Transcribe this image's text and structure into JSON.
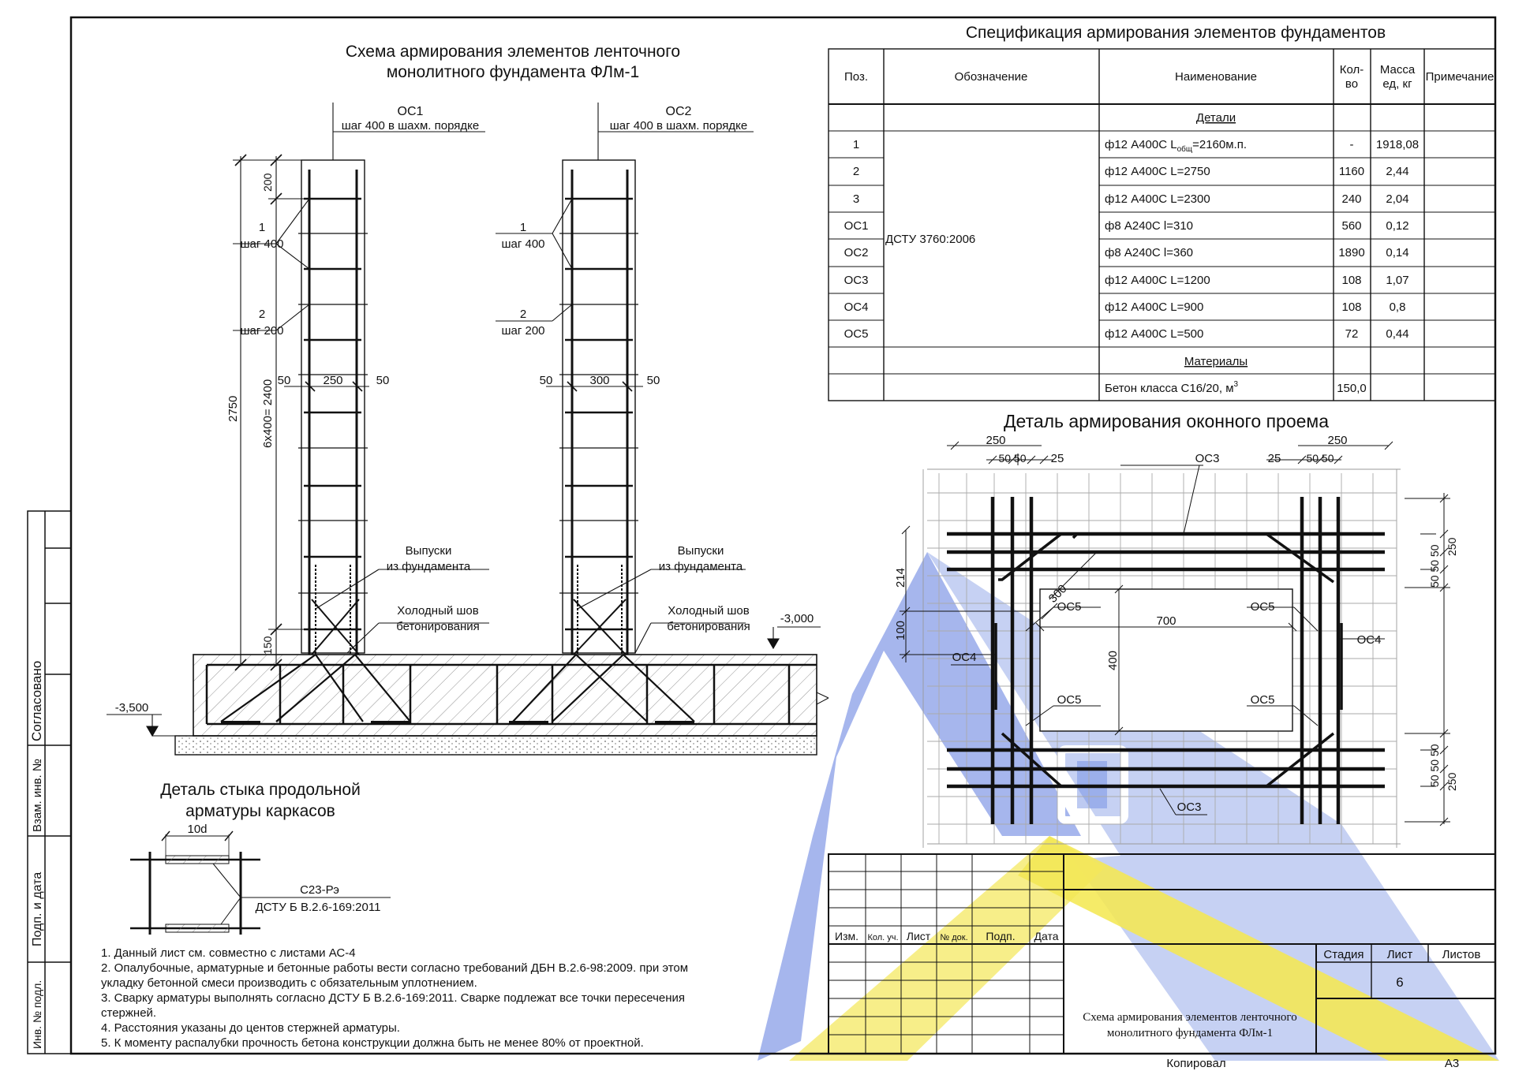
{
  "side_stamp": {
    "approved": "Согласовано",
    "inv_replaced": "Взам. инв. №",
    "sign_date": "Подп. и дата",
    "inv_orig": "Инв. № подл."
  },
  "main_scheme": {
    "title_line1": "Схема армирования элементов ленточного",
    "title_line2": "монолитного фундамента ФЛм-1",
    "os1_label": "ОС1",
    "os1_note": "шаг 400 в шахм. порядке",
    "os2_label": "ОС2",
    "os2_note": "шаг 400 в шахм. порядке",
    "pos1": "1",
    "pos1_step": "шаг 400",
    "pos2": "2",
    "pos2_step": "шаг 200",
    "dim_200": "200",
    "dim_2750": "2750",
    "dim_6x400": "6х400= 2400",
    "dim_150": "150",
    "dim_50a": "50",
    "dim_250": "250",
    "dim_50b": "50",
    "dim_50c": "50",
    "dim_300": "300",
    "dim_50d": "50",
    "outlets_line1": "Выпуски",
    "outlets_line2": "из фундамента",
    "cold_joint_line1": "Холодный шов",
    "cold_joint_line2": "бетонирования",
    "level_3000": "-3,000",
    "level_3500": "-3,500"
  },
  "joint_detail": {
    "title_line1": "Деталь стыка продольной",
    "title_line2": "арматуры каркасов",
    "dim_10d": "10d",
    "electrode": "С23-Рэ",
    "standard": "ДСТУ Б В.2.6-169:2011"
  },
  "notes": [
    "1.  Данный лист см. совместно с листами АС-4",
    "2. Опалубочные, арматурные и бетонные работы вести согласно требований ДБН В.2.6-98:2009. при этом",
    "укладку бетонной смеси производить с обязательным уплотнением.",
    "3. Сварку арматуры выполнять согласно ДСТУ Б В.2.6-169:2011. Сварке подлежат все точки пересечения",
    "стержней.",
    "4. Расстояния указаны до центов стержней арматуры.",
    "5. К моменту распалубки прочность бетона конструкции должна быть не менее 80% от проектной."
  ],
  "spec": {
    "title": "Спецификация армирования элементов фундаментов",
    "headers": {
      "pos": "Поз.",
      "designation": "Обозначение",
      "name": "Наименование",
      "qty_l1": "Кол-",
      "qty_l2": "во",
      "mass_l1": "Масса",
      "mass_l2": "ед, кг",
      "note": "Примечание"
    },
    "section_details": "Детали",
    "designation_value": "ДСТУ 3760:2006",
    "rows": [
      {
        "pos": "1",
        "name": "ф12 А400С L",
        "sub": "общ",
        "name_tail": "=2160м.п.",
        "qty": "-",
        "mass": "1918,08"
      },
      {
        "pos": "2",
        "name": "ф12 А400С L=2750",
        "sub": "",
        "name_tail": "",
        "qty": "1160",
        "mass": "2,44"
      },
      {
        "pos": "3",
        "name": "ф12 А400С L=2300",
        "sub": "",
        "name_tail": "",
        "qty": "240",
        "mass": "2,04"
      },
      {
        "pos": "ОС1",
        "name": "ф8 А240С l=310",
        "sub": "",
        "name_tail": "",
        "qty": "560",
        "mass": "0,12"
      },
      {
        "pos": "ОС2",
        "name": "ф8 А240С l=360",
        "sub": "",
        "name_tail": "",
        "qty": "1890",
        "mass": "0,14"
      },
      {
        "pos": "ОС3",
        "name": "ф12 А400С L=1200",
        "sub": "",
        "name_tail": "",
        "qty": "108",
        "mass": "1,07"
      },
      {
        "pos": "ОС4",
        "name": "ф12 А400С L=900",
        "sub": "",
        "name_tail": "",
        "qty": "108",
        "mass": "0,8"
      },
      {
        "pos": "ОС5",
        "name": "ф12 А400С L=500",
        "sub": "",
        "name_tail": "",
        "qty": "72",
        "mass": "0,44"
      }
    ],
    "section_materials": "Материалы",
    "concrete_name": "Бетон класса С16/20, м",
    "concrete_sup": "3",
    "concrete_qty": "150,0"
  },
  "window_detail": {
    "title": "Деталь армирования оконного проема",
    "dim_250_left": "250",
    "dim_50_50_left": "50 50",
    "dim_25_left": "25",
    "os3_top": "ОС3",
    "dim_25_right": "25",
    "dim_50_50_right": "50 50",
    "dim_250_right": "250",
    "dim_214": "214",
    "dim_300": "300",
    "os5_tl": "ОС5",
    "dim_700": "700",
    "os5_tr": "ОС5",
    "dim_100": "100",
    "os4_left": "ОС4",
    "os4_right": "ОС4",
    "dim_400": "400",
    "os5_bl": "ОС5",
    "os5_br": "ОС5",
    "os3_bottom": "ОС3",
    "dim_r_top": "50 50 50",
    "dim_r_top_250": "250",
    "dim_r_bot": "50 50 50",
    "dim_r_bot_250": "250"
  },
  "title_block": {
    "izm": "Изм.",
    "kol_uch": "Кол. уч.",
    "list": "Лист",
    "no_dok": "№ док.",
    "podp": "Подп.",
    "data": "Дата",
    "stage": "Стадия",
    "sheet": "Лист",
    "sheets": "Листов",
    "sheet_no": "6",
    "drawing_line1": "Схема армирования элементов ленточного",
    "drawing_line2": "монолитного фундамента ФЛм-1",
    "copied": "Копировал",
    "format": "А3"
  },
  "colors": {
    "line": "#111111",
    "watermark_blue": "#3f63d8",
    "watermark_yellow": "#f2e43a"
  }
}
